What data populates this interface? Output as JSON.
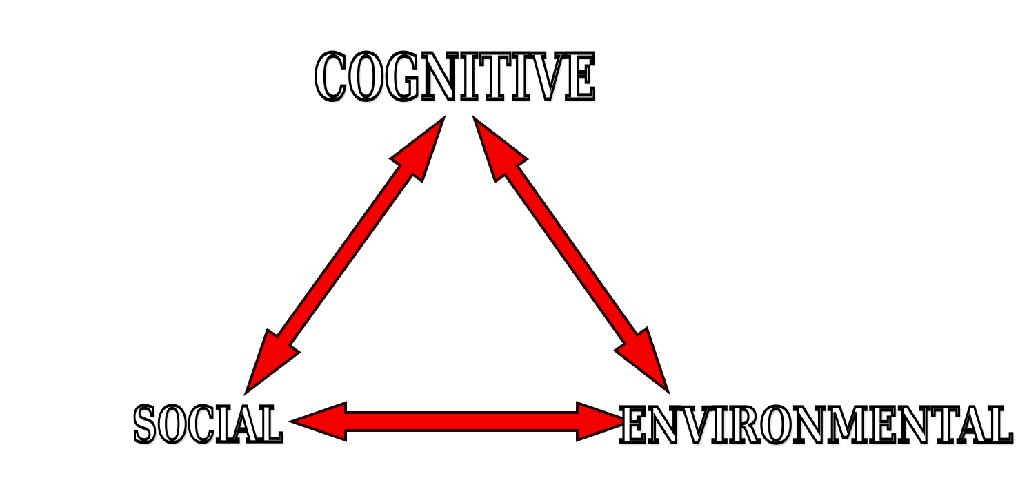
{
  "diagram": {
    "type": "triangle-relationship",
    "background": "#ffffff",
    "nodes": [
      {
        "id": "cognitive",
        "label": "COGNITIVE"
      },
      {
        "id": "social",
        "label": "SOCIAL"
      },
      {
        "id": "environmental",
        "label": "ENVIRONMENTAL"
      }
    ],
    "edges": [
      {
        "from": "cognitive",
        "to": "social",
        "style": "double-headed-arrow"
      },
      {
        "from": "cognitive",
        "to": "environmental",
        "style": "double-headed-arrow"
      },
      {
        "from": "social",
        "to": "environmental",
        "style": "double-headed-arrow"
      }
    ],
    "colors": {
      "arrow_fill": "#f40000",
      "arrow_outline": "#200303",
      "label_text": "#000000",
      "label_shadow": "#808ca4"
    }
  }
}
